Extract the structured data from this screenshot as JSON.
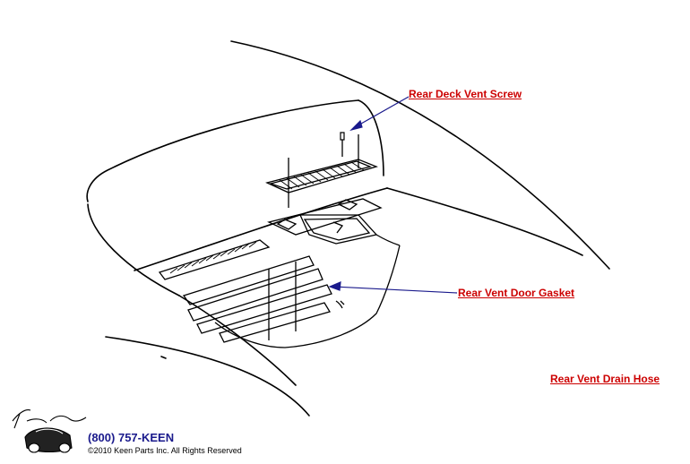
{
  "callouts": {
    "rear_deck_vent_screw": "Rear Deck Vent Screw",
    "rear_vent_door_gasket": "Rear Vent Door Gasket",
    "rear_vent_drain_hose": "Rear Vent Drain Hose"
  },
  "footer": {
    "phone": "(800) 757-KEEN",
    "copyright": "©2010 Keen Parts Inc. All Rights Reserved"
  },
  "colors": {
    "callout_text": "#cc0000",
    "leader_line": "#1a1a8c",
    "drawing": "#000000"
  }
}
